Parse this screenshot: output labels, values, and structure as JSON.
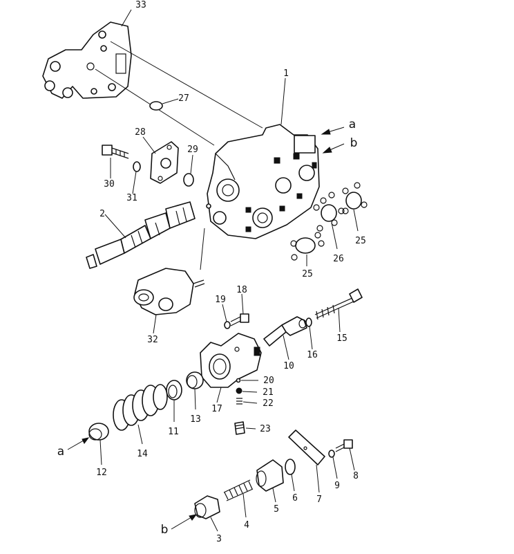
{
  "callouts": {
    "n1": "1",
    "n2": "2",
    "n3": "3",
    "n4": "4",
    "n5": "5",
    "n6": "6",
    "n7": "7",
    "n8": "8",
    "n9": "9",
    "n10": "10",
    "n11": "11",
    "n12": "12",
    "n13": "13",
    "n14": "14",
    "n15": "15",
    "n16": "16",
    "n17": "17",
    "n18": "18",
    "n19": "19",
    "n20": "20",
    "n21": "21",
    "n22": "22",
    "n23": "23",
    "n25a": "25",
    "n25b": "25",
    "n26": "26",
    "n27": "27",
    "n28": "28",
    "n29": "29",
    "n30": "30",
    "n31": "31",
    "n32": "32",
    "n33": "33"
  },
  "flow_markers": {
    "a_top": "a",
    "b_top": "b",
    "a_bottom": "a",
    "b_bottom": "b"
  }
}
